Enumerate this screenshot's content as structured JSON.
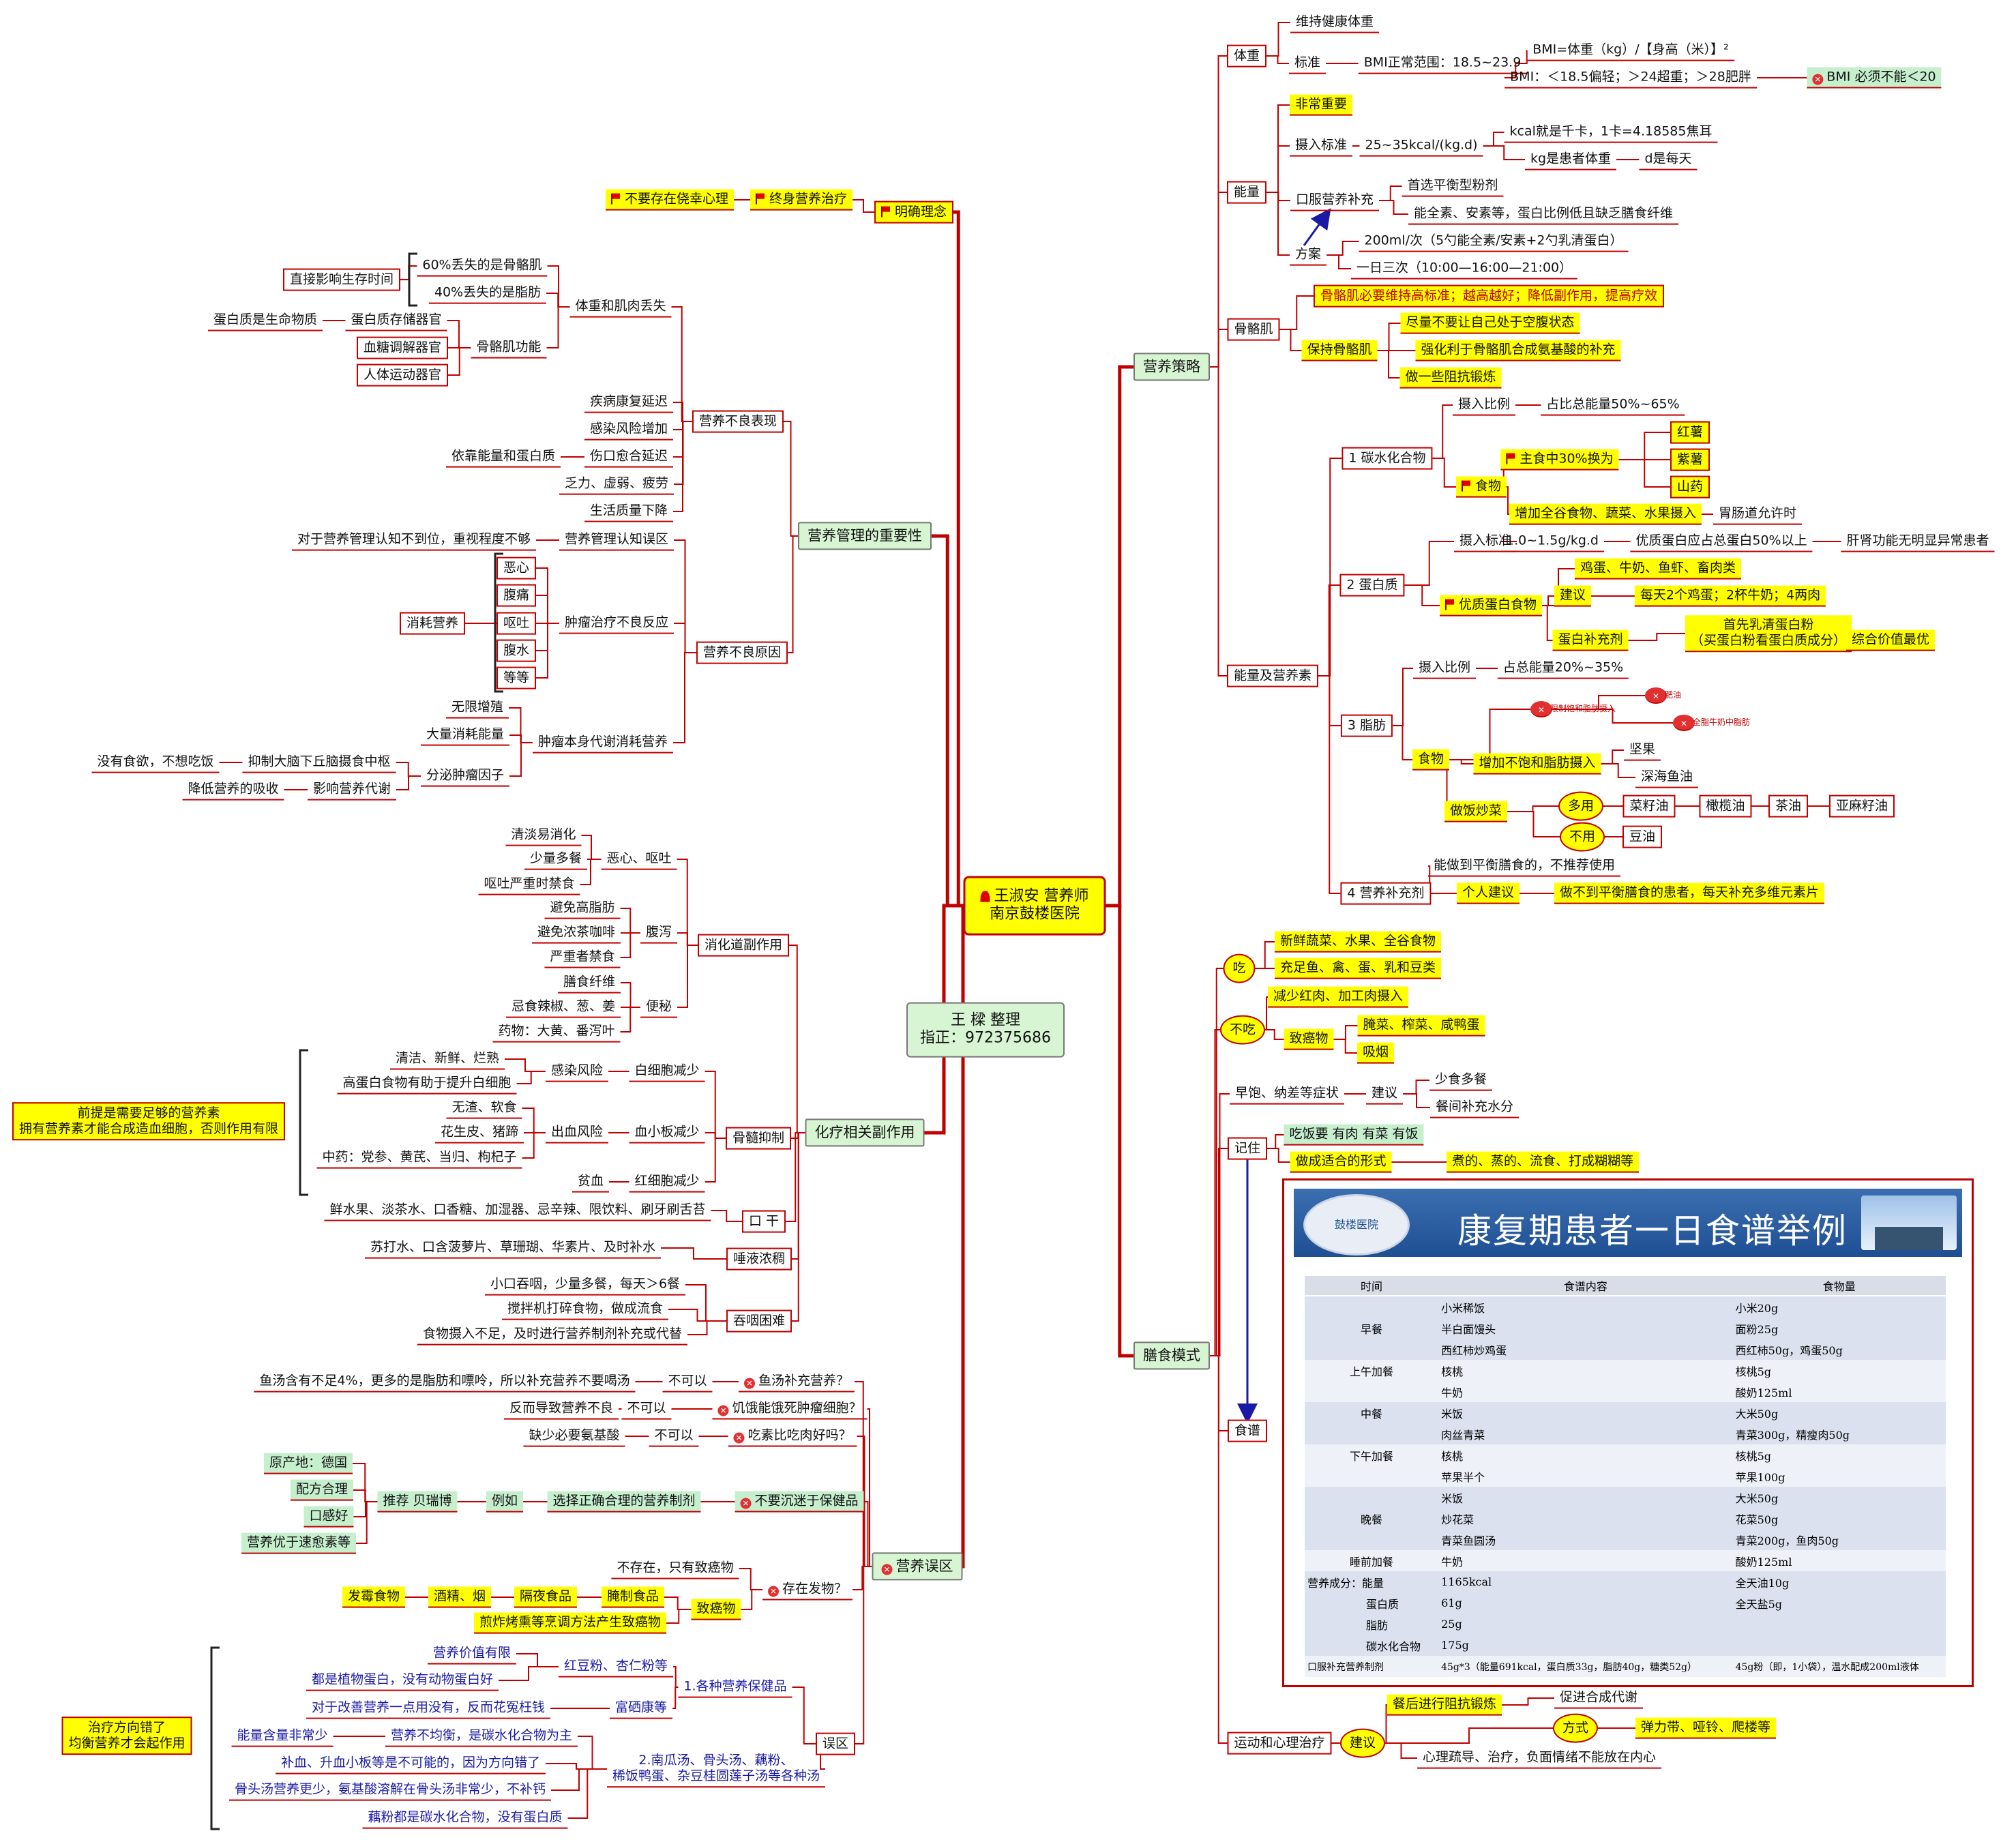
{
  "center": {
    "line1": "王淑安  营养师",
    "line2": "南京鼓楼医院"
  },
  "author": {
    "line1": "王 樑  整理",
    "line2": "指正：972375686"
  },
  "left": {
    "concept": {
      "label": "明确理念",
      "items": [
        "终身营养治疗",
        "不要存在侥幸心理"
      ]
    },
    "importance": {
      "label": "营养管理的重要性",
      "manifest": {
        "label": "营养不良表现",
        "weight": {
          "label": "体重和肌肉丢失",
          "bone_pct": "60%丢失的是骨骼肌",
          "fat_pct": "40%丢失的是脂肪",
          "survival": "直接影响生存时间",
          "muscle_fn": {
            "label": "骨骼肌功能",
            "store": "蛋白质存储器官",
            "store_note": "蛋白质是生命物质",
            "blood": "血糖调解器官",
            "motion": "人体运动器官"
          }
        },
        "items": [
          "疾病康复延迟",
          "感染风险增加",
          "伤口愈合延迟",
          "乏力、虚弱、疲劳",
          "生活质量下降"
        ],
        "wound_note": "依靠能量和蛋白质"
      },
      "cause": {
        "label": "营养不良原因",
        "misbelief": "营养管理认知误区",
        "misbelief_note": "对于营养管理认知不到位，重视程度不够",
        "tumor_treat": {
          "label": "肿瘤治疗不良反应",
          "items": [
            "恶心",
            "腹痛",
            "呕吐",
            "腹水",
            "等等"
          ],
          "note": "消耗营养"
        },
        "tumor_meta": {
          "label": "肿瘤本身代谢消耗营养",
          "items": [
            "无限增殖",
            "大量消耗能量"
          ],
          "factor": "分泌肿瘤因子",
          "f1": "抑制大脑下丘脑摄食中枢",
          "f1_note": "没有食欲，不想吃饭",
          "f2": "影响营养代谢",
          "f2_note": "降低营养的吸收"
        }
      }
    },
    "chemo": {
      "label": "化疗相关副作用",
      "digest": {
        "label": "消化道副作用",
        "nausea": {
          "label": "恶心、呕吐",
          "items": [
            "清淡易消化",
            "少量多餐",
            "呕吐严重时禁食"
          ]
        },
        "diarrhea": {
          "label": "腹泻",
          "items": [
            "避免高脂肪",
            "避免浓茶咖啡",
            "严重者禁食"
          ]
        },
        "constip": {
          "label": "便秘",
          "items": [
            "膳食纤维",
            "忌食辣椒、葱、姜",
            "药物：大黄、番泻叶"
          ]
        }
      },
      "marrow": {
        "label": "骨髓抑制",
        "wbc": {
          "label": "白细胞减少",
          "risk": "感染风险",
          "items": [
            "清洁、新鲜、烂熟",
            "高蛋白食物有助于提升白细胞"
          ]
        },
        "plt": {
          "label": "血小板减少",
          "risk": "出血风险",
          "items": [
            "无渣、软食",
            "花生皮、猪蹄",
            "中药：党参、黄芪、当归、枸杞子"
          ]
        },
        "rbc": {
          "label": "红细胞减少",
          "risk": "贫血"
        },
        "premise": "前提是需要足够的营养素\n拥有营养素才能合成造血细胞，否则作用有限"
      },
      "dry": {
        "label": "口  干",
        "note": "鲜水果、淡茶水、口香糖、加湿器、忌辛辣、限饮料、刷牙刷舌苔"
      },
      "saliva": {
        "label": "唾液浓稠",
        "note": "苏打水、口含菠萝片、草珊瑚、华素片、及时补水"
      },
      "swallow": {
        "label": "吞咽困难",
        "items": [
          "小口吞咽，少量多餐，每天＞6餐",
          "搅拌机打碎食物，做成流食",
          "食物摄入不足，及时进行营养制剂补充或代替"
        ]
      }
    },
    "myths": {
      "label": "营养误区",
      "fish": {
        "q": "鱼汤补充营养？",
        "a": "不可以",
        "note": "鱼汤含有不足4%，更多的是脂肪和嘌呤，所以补充营养不要喝汤"
      },
      "starve": {
        "q": "饥饿能饿死肿瘤细胞？",
        "a": "不可以",
        "note": "反而导致营养不良"
      },
      "vegan": {
        "q": "吃素比吃肉好吗？",
        "a": "不可以",
        "note": "缺少必要氨基酸"
      },
      "supplement": {
        "q": "不要沉迷于保健品",
        "choose": "选择正确合理的营养制剂",
        "example": "例如",
        "recommend": "推荐 贝瑞博",
        "tags": [
          "原产地：德国",
          "配方合理",
          "口感好",
          "营养优于速愈素等"
        ]
      },
      "hair": {
        "q": "存在发物？",
        "none": "不存在，只有致癌物",
        "carcinogen": "致癌物",
        "items": [
          "发霉食物",
          "酒精、烟",
          "隔夜食品",
          "腌制食品"
        ],
        "fry": "煎炸烤熏等烹调方法产生致癌物"
      },
      "errors": {
        "label": "误区",
        "g1": {
          "label": "1.各种营养保健品",
          "a": "红豆粉、杏仁粉等",
          "a_items": [
            "营养价值有限",
            "都是植物蛋白，没有动物蛋白好"
          ],
          "b": "富硒康等",
          "b_note": "对于改善营养一点用没有，反而花冤枉钱"
        },
        "g2": {
          "label": "2.南瓜汤、骨头汤、藕粉、\n稀饭鸭蛋、杂豆桂圆莲子汤等各种汤",
          "items": [
            "营养不均衡，是碳水化合物为主",
            "补血、升血小板等是不可能的，因为方向错了",
            "骨头汤营养更少，氨基酸溶解在骨头汤非常少，不补钙",
            "藕粉都是碳水化合物，没有蛋白质"
          ],
          "energy": "能量含量非常少"
        },
        "summary": "治疗方向错了\n均衡营养才会起作用"
      }
    }
  },
  "right": {
    "strategy": {
      "label": "营养策略",
      "weight": {
        "label": "体重",
        "keep": "维持健康体重",
        "standard": "标准",
        "range": "BMI正常范围：18.5~23.9",
        "formula": "BMI=体重（kg）/【身高（米）】²",
        "grades": "BMI：＜18.5偏轻；＞24超重；＞28肥胖",
        "warn": "BMI 必须不能＜20"
      },
      "energy": {
        "label": "能量",
        "important": "非常重要",
        "intake": "摄入标准",
        "std": "25~35kcal/(kg.d)",
        "kcal": "kcal就是千卡，1卡=4.18585焦耳",
        "kg": "kg是患者体重",
        "d": "d是每天",
        "oral": "口服营养补充",
        "oral1": "首选平衡型粉剂",
        "oral2": "能全素、安素等，蛋白比例低且缺乏膳食纤维",
        "plan": "方案",
        "plan1": "200ml/次（5勺能全素/安素+2勺乳清蛋白）",
        "plan2": "一日三次（10:00—16:00—21:00）"
      },
      "muscle": {
        "label": "骨骼肌",
        "must": "骨骼肌必要维持高标准；越高越好；降低副作用，提高疗效",
        "keep": "保持骨骼肌",
        "items": [
          "尽量不要让自己处于空腹状态",
          "强化利于骨骼肌合成氨基酸的补充",
          "做一些阻抗锻炼"
        ]
      },
      "nutrients": {
        "label": "能量及营养素",
        "carb": {
          "label": "1 碳水化合物",
          "ratio": "摄入比例",
          "ratio_v": "占比总能量50%~65%",
          "food": "食物",
          "staple": "主食中30%换为",
          "staple_items": [
            "红薯",
            "紫薯",
            "山药"
          ],
          "grains": "增加全谷食物、蔬菜、水果摄入",
          "grains_note": "胃肠道允许时"
        },
        "protein": {
          "label": "2 蛋白质",
          "intake": "摄入标准",
          "std": "1.0~1.5g/kg.d",
          "pref": "优质蛋白应占总蛋白50%以上",
          "pref_note": "肝肾功能无明显异常患者",
          "good": "优质蛋白食物",
          "foods": "鸡蛋、牛奶、鱼虾、畜肉类",
          "advice": "建议",
          "advice_v": "每天2个鸡蛋；2杯牛奶；4两肉",
          "supp": "蛋白补充剂",
          "supp_v": "首先乳清蛋白粉\n（买蛋白粉看蛋白质成分）",
          "supp_note": "综合价值最优"
        },
        "fat": {
          "label": "3 脂肪",
          "ratio": "摄入比例",
          "ratio_v": "占总能量20%~35%",
          "food": "食物",
          "limit": "限制饱和脂肪摄入",
          "limit_items": [
            "肥油",
            "全脂牛奶中脂肪"
          ],
          "add": "增加不饱和脂肪摄入",
          "add_items": [
            "坚果",
            "深海鱼油"
          ],
          "cook": "做饭炒菜",
          "more": "多用",
          "less": "不用",
          "oils": [
            "菜籽油",
            "橄榄油",
            "茶油",
            "亚麻籽油"
          ],
          "soy": "豆油"
        },
        "supp": {
          "label": "4 营养补充剂",
          "note": "能做到平衡膳食的，不推荐使用",
          "advice": "个人建议",
          "advice_v": "做不到平衡膳食的患者，每天补充多维元素片"
        }
      }
    },
    "diet": {
      "label": "膳食模式",
      "eat": {
        "label": "吃",
        "items": [
          "新鲜蔬菜、水果、全谷食物",
          "充足鱼、禽、蛋、乳和豆类"
        ]
      },
      "not_eat": {
        "label": "不吃",
        "less": "减少红肉、加工肉摄入",
        "carc": "致癌物",
        "carc_items": [
          "腌菜、榨菜、咸鸭蛋",
          "吸烟"
        ]
      },
      "early": {
        "label": "早饱、纳差等症状",
        "advice": "建议",
        "items": [
          "少食多餐",
          "餐间补充水分"
        ]
      },
      "remember": {
        "label": "记住",
        "r1": "吃饭要 有肉  有菜  有饭",
        "r2": "做成适合的形式",
        "r2_v": "煮的、蒸的、流食、打成糊糊等"
      },
      "recipe": {
        "label": "食谱",
        "logo": "鼓楼医院",
        "title": "康复期患者一日食谱举例",
        "headers": [
          "时间",
          "食谱内容",
          "食物量"
        ],
        "rows": [
          {
            "time": "早餐",
            "items": [
              "小米稀饭",
              "半白面馒头",
              "西红柿炒鸡蛋"
            ],
            "amount": [
              "小米20g",
              "面粉25g",
              "西红柿50g，鸡蛋50g"
            ]
          },
          {
            "time": "上午加餐",
            "items": [
              "核桃",
              "牛奶"
            ],
            "amount": [
              "核桃5g",
              "酸奶125ml"
            ]
          },
          {
            "time": "中餐",
            "items": [
              "米饭",
              "肉丝青菜"
            ],
            "amount": [
              "大米50g",
              "青菜300g，精瘦肉50g"
            ]
          },
          {
            "time": "下午加餐",
            "items": [
              "核桃",
              "苹果半个"
            ],
            "amount": [
              "核桃5g",
              "苹果100g"
            ]
          },
          {
            "time": "晚餐",
            "items": [
              "米饭",
              "炒花菜",
              "青菜鱼圆汤"
            ],
            "amount": [
              "大米50g",
              "花菜50g",
              "青菜200g，鱼肉50g"
            ]
          },
          {
            "time": "睡前加餐",
            "items": [
              "牛奶"
            ],
            "amount": [
              "酸奶125ml"
            ]
          }
        ],
        "nutri_label": "营养成分：能量",
        "nutri": [
          {
            "k": "营养成分：能量",
            "v": "1165kcal",
            "x": "全天油10g"
          },
          {
            "k": "蛋白质",
            "v": "61g",
            "x": "全天盐5g"
          },
          {
            "k": "脂肪",
            "v": "25g",
            "x": ""
          },
          {
            "k": "碳水化合物",
            "v": "175g",
            "x": ""
          }
        ],
        "oral": {
          "k": "口服补充营养制剂",
          "v": "45g*3（能量691kcal，蛋白质33g，脂肪40g，糖类52g）",
          "x": "45g粉（即，1小袋），温水配成200ml液体"
        }
      }
    },
    "exercise": {
      "label": "运动和心理治疗",
      "advice": "建议",
      "resist": "餐后进行阻抗锻炼",
      "resist_note": "促进合成代谢",
      "way": "方式",
      "way_v": "弹力带、哑铃、爬楼等",
      "mind": "心理疏导、治疗，负面情绪不能放在内心"
    }
  }
}
